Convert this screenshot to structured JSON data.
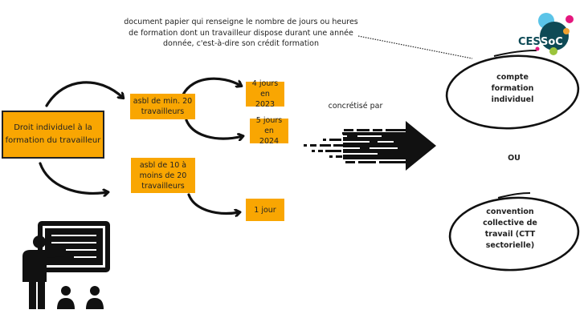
{
  "note": {
    "lines": [
      "document papier qui renseigne le nombre de jours ou heures",
      "de formation dont un travailleur dispose durant une année",
      "donnée, c'est-à-dire son crédit formation"
    ]
  },
  "logo": {
    "text": "CESSoC",
    "colors": [
      "#0e4a56",
      "#5bc4e8",
      "#e5177e",
      "#f0a030",
      "#9bc43c"
    ]
  },
  "main_box": {
    "label_line1": "Droit individuel à la",
    "label_line2": "formation du travailleur"
  },
  "branches": [
    {
      "label_line1": "asbl de min. 20",
      "label_line2": "travailleurs"
    },
    {
      "label_line1": "asbl de 10 à",
      "label_line2": "moins de 20",
      "label_line3": "travailleurs"
    }
  ],
  "outcomes": [
    {
      "line1": "4 jours en",
      "line2": "2023"
    },
    {
      "line1": "5 jours en",
      "line2": "2024"
    },
    {
      "line1": "1 jour"
    }
  ],
  "connector_label": "concrétisé par",
  "options": [
    {
      "line1": "compte",
      "line2": "formation",
      "line3": "individuel"
    },
    {
      "line1": "convention",
      "line2": "collective de",
      "line3": "travail (CTT",
      "line4": "sectorielle)"
    }
  ],
  "separator": "OU",
  "colors": {
    "box": "#f9a602",
    "ink": "#111111"
  }
}
